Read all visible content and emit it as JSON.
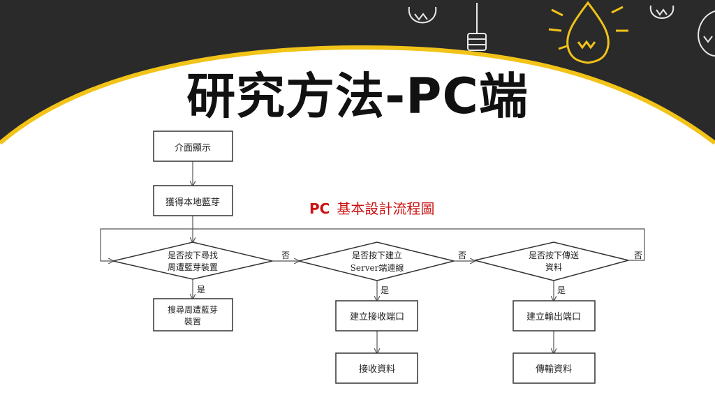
{
  "slide": {
    "title": "研究方法-PC端",
    "caption_prefix": "PC",
    "caption_text": "基本設計流程圖"
  },
  "flowchart": {
    "nodes": {
      "display": "介面顯示",
      "get_local": "獲得本地藍芽",
      "decision_search_line1": "是否按下尋找",
      "decision_search_line2": "周遭藍芽裝置",
      "search_devices_line1": "搜尋周遭藍芽",
      "search_devices_line2": "裝置",
      "decision_server_line1": "是否按下建立",
      "decision_server_line2": "Server端連線",
      "create_receive_port": "建立接收端口",
      "receive_data": "接收資料",
      "decision_send_line1": "是否按下傳送",
      "decision_send_line2": "資料",
      "create_output_port": "建立輸出端口",
      "transmit_data": "傳輸資料"
    },
    "labels": {
      "no": "否",
      "yes": "是"
    }
  },
  "theme": {
    "chalkboard": "#2a2a2a",
    "accent_yellow": "#f2c318",
    "chalk_white": "#e8e8e8",
    "caption_red": "#cc1111"
  }
}
